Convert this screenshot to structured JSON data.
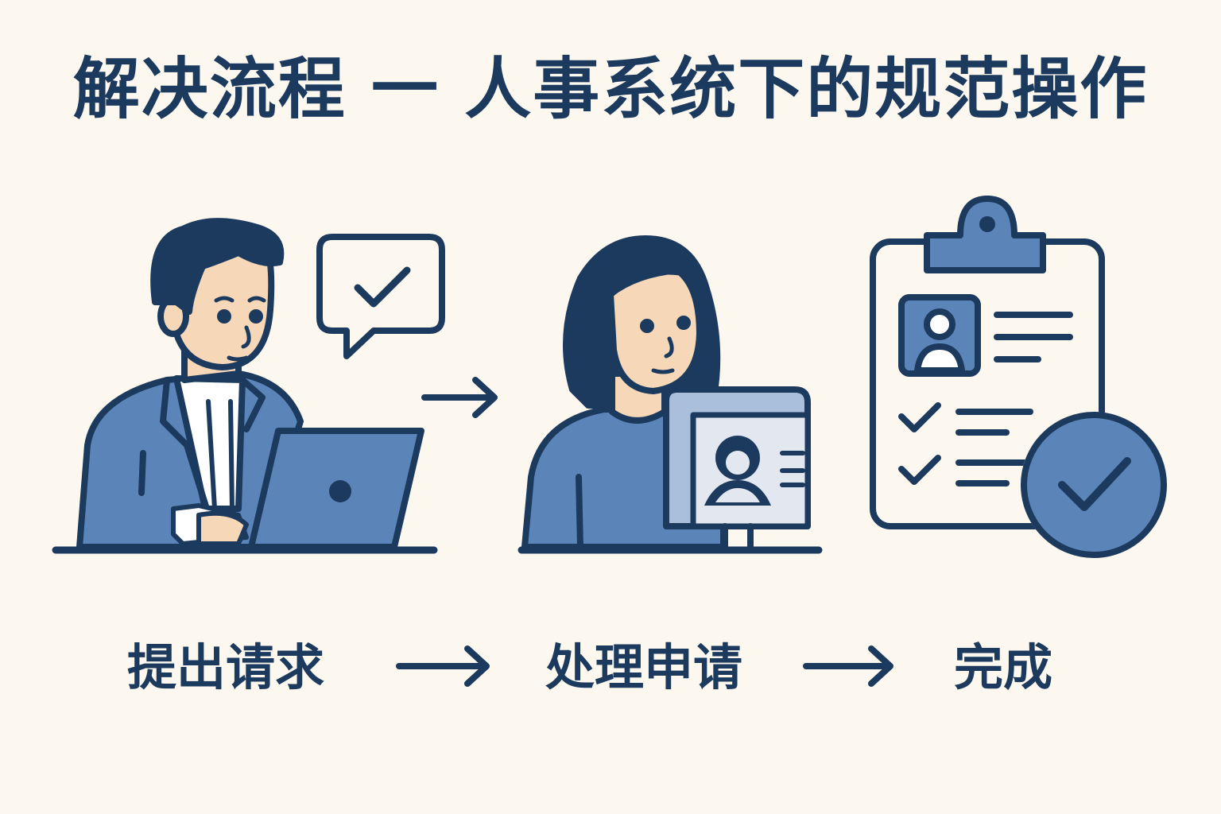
{
  "title": "解决流程 一 人事系统下的规范操作",
  "steps": [
    {
      "label": "提出请求",
      "icon": "employee-laptop-icon"
    },
    {
      "label": "处理申请",
      "icon": "hr-staff-computer-icon"
    },
    {
      "label": "完成",
      "icon": "clipboard-check-icon"
    }
  ],
  "colors": {
    "background": "#fcf8ef",
    "navy": "#1c3a5e",
    "blue": "#5b85b8",
    "skin": "#f6d8b8",
    "light": "#e3e8f0"
  }
}
